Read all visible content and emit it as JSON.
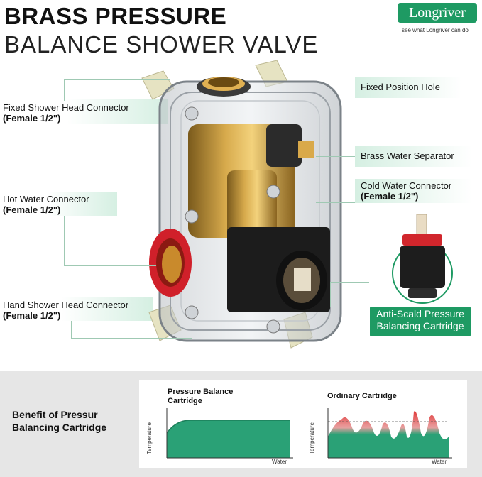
{
  "header": {
    "title_line1": "BRASS PRESSURE",
    "title_line2": "BALANCE SHOWER VALVE"
  },
  "brand": {
    "logo_text": "Longriver",
    "slogan": "see what Longriver can do",
    "color": "#1e9a63"
  },
  "callouts": {
    "fixed_head": {
      "name": "Fixed Shower Head Connector",
      "spec": "(Female 1/2\")"
    },
    "hot_water": {
      "name": "Hot Water Connector",
      "spec": "(Female 1/2\")"
    },
    "hand_head": {
      "name": "Hand Shower Head Connector",
      "spec": "(Female 1/2\")"
    },
    "fixed_hole": {
      "name": "Fixed Position Hole"
    },
    "separator": {
      "name": "Brass Water Separator"
    },
    "cold_water": {
      "name": "Cold Water Connector",
      "spec": "(Female 1/2\")"
    },
    "cartridge": {
      "line1": "Anti-Scald Pressure",
      "line2": "Balancing Cartridge"
    }
  },
  "benefit": {
    "line1": "Benefit of Pressur",
    "line2": "Balancing Cartridge"
  },
  "charts": [
    {
      "title_line1": "Pressure Balance",
      "title_line2": "Cartridge",
      "ylabel": "Temperature",
      "xlabel": "Water"
    },
    {
      "title_line1": "Ordinary Cartridge",
      "title_line2": "",
      "ylabel": "Temperature",
      "xlabel": "Water"
    }
  ]
}
